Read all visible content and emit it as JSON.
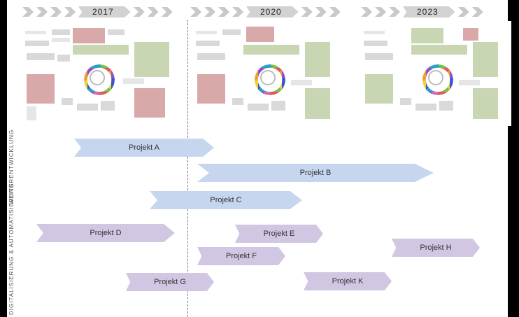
{
  "years": [
    "2017",
    "2020",
    "2023"
  ],
  "panels": [
    {
      "name": "panel-2017",
      "highlight": "red"
    },
    {
      "name": "panel-2020",
      "highlight": "mixed"
    },
    {
      "name": "panel-2023",
      "highlight": "green"
    }
  ],
  "side_labels": {
    "top": "WEITERENTWICKLUNG",
    "bottom": "DIGITALISIERUNG & AUTOMATISIERUNG"
  },
  "projects": [
    {
      "label": "Projekt A",
      "group": "blue"
    },
    {
      "label": "Projekt B",
      "group": "blue"
    },
    {
      "label": "Projekt C",
      "group": "blue"
    },
    {
      "label": "Projekt D",
      "group": "purple"
    },
    {
      "label": "Projekt E",
      "group": "purple"
    },
    {
      "label": "Projekt F",
      "group": "purple"
    },
    {
      "label": "Projekt G",
      "group": "purple"
    },
    {
      "label": "Projekt H",
      "group": "purple"
    },
    {
      "label": "Projekt K",
      "group": "purple"
    }
  ],
  "colors": {
    "blue_bar": "#c6d6ee",
    "purple_bar": "#d1c7e3",
    "red_block": "#d9a9a9",
    "green_block": "#c8d6b4"
  }
}
